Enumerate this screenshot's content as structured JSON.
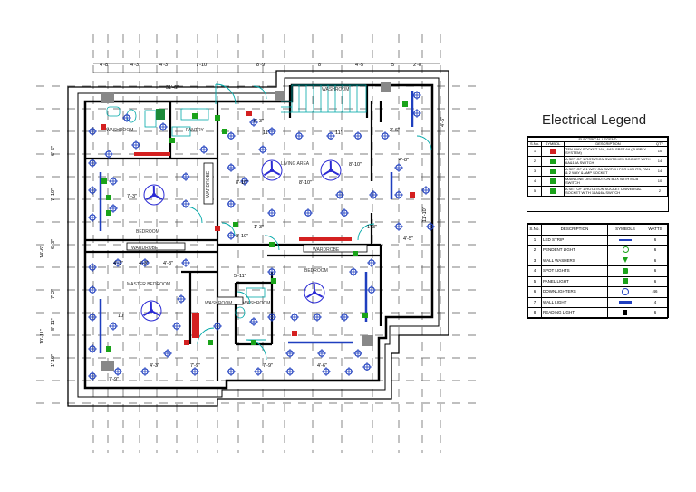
{
  "legend": {
    "title": "Electrical Legend"
  },
  "plan": {
    "room_labels": [
      {
        "id": "washroom-top",
        "text": "WASHROOM"
      },
      {
        "id": "pantry",
        "text": "PANTRY"
      },
      {
        "id": "living",
        "text": "LIVING AREA"
      },
      {
        "id": "bedroom-left",
        "text": "BEDROOM"
      },
      {
        "id": "wardrobe-left",
        "text": "WARDROBE"
      },
      {
        "id": "wardrobe-right",
        "text": "WARDROBE"
      },
      {
        "id": "bedroom-right",
        "text": "BEDROOM"
      },
      {
        "id": "master",
        "text": "MASTER BEDROOM"
      },
      {
        "id": "washroom-mid",
        "text": "WASHROOM"
      },
      {
        "id": "washroom-mid2",
        "text": "WASHROOM"
      },
      {
        "id": "wardrobe-vert",
        "text": "WARDROBE"
      },
      {
        "id": "top-room",
        "text": "WASHROOM"
      }
    ],
    "dimensions_top": [
      "4'-8\"",
      "4'-3\"",
      "4'-3\"",
      "7'-10\"",
      "8'-9\"",
      "8'",
      "4'-5\"",
      "5'",
      "2'-8\""
    ],
    "dimension_overall": "31'-6\"",
    "dimensions_left": [
      "6'-6\"",
      "7'-10\"",
      "14'-6\"",
      "6'-3\"",
      "7'-2\"",
      "8'-11\"",
      "10'-11\"",
      "1'-10\""
    ],
    "dimensions_right": [
      "4'-6\"",
      "11'-10\"",
      "4'-5\""
    ],
    "dimensions_inner": [
      "11'",
      "11'",
      "8'-10\"",
      "8'-10\"",
      "8'-10\"",
      "7'-3\"",
      "4'-3\"",
      "4'-3\"",
      "4'-3\"",
      "8'-10\"",
      "1'-3\"",
      "1'-3\"",
      "5'-11\"",
      "7'-9\"",
      "4'-3\"",
      "7'-9\"",
      "7'-9\"",
      "4'-6\"",
      "10'",
      "9'-3\"",
      "2'-6\"",
      "4'-8\""
    ]
  },
  "table1": {
    "header_title": "ELECTRICAL LEGEND",
    "columns": [
      "S.No.",
      "SYMBOL",
      "DESCRIPTION",
      "QTY"
    ],
    "rows": [
      {
        "no": "1",
        "desc": "TEN WAY SOCKET 16A, 6A5, SPST 6A (SUPPLY SYSTEM)",
        "qty": "10"
      },
      {
        "no": "2",
        "desc": "A SET OF 1 ROTATION SWITCHES SOCKET WITH 6A&16A SWITCH",
        "qty": "14"
      },
      {
        "no": "3",
        "desc": "A SET OF A 1 WAY GA SWITCH FOR LIGHTS, FAN & 2 WAY & AMP SOCKET",
        "qty": "14"
      },
      {
        "no": "4",
        "desc": "MAIN LINE DISTRIBUTION BOX WITH MCB SWITCH",
        "qty": "10"
      },
      {
        "no": "5",
        "desc": "A SET OF 1 ROTATION SOCKET UNIVERSAL SOCKET WITH 16A&6A SWITCH",
        "qty": "2"
      }
    ]
  },
  "table2": {
    "columns": [
      "S.No.",
      "DESCRIPTION",
      "SYMBOLS",
      "WATTS"
    ],
    "rows": [
      {
        "no": "1",
        "desc": "LED STRIP",
        "symbol": "line-blue",
        "watts": "6"
      },
      {
        "no": "2",
        "desc": "PENDENT LIGHT",
        "symbol": "circle-green",
        "watts": "6"
      },
      {
        "no": "3",
        "desc": "WALL WASHERS",
        "symbol": "triangle-green",
        "watts": "6"
      },
      {
        "no": "4",
        "desc": "SPOT LIGHTS",
        "symbol": "spot-green",
        "watts": "6"
      },
      {
        "no": "5",
        "desc": "PANEL LIGHT",
        "symbol": "square-green",
        "watts": "6"
      },
      {
        "no": "6",
        "desc": "DOWNLIGHTERS",
        "symbol": "cross-blue",
        "watts": "46"
      },
      {
        "no": "7",
        "desc": "WALL LIGHT",
        "symbol": "bar-blue",
        "watts": "4"
      },
      {
        "no": "8",
        "desc": "READING LIGHT",
        "symbol": "reading-black",
        "watts": "6"
      }
    ]
  },
  "colors": {
    "wall": "#000000",
    "downlight": "#1f3fbf",
    "fan": "#2a2ad4",
    "switch": "#1aa31a",
    "socket": "#d42020",
    "cyan": "#00a8a8",
    "grid": "#555555"
  }
}
